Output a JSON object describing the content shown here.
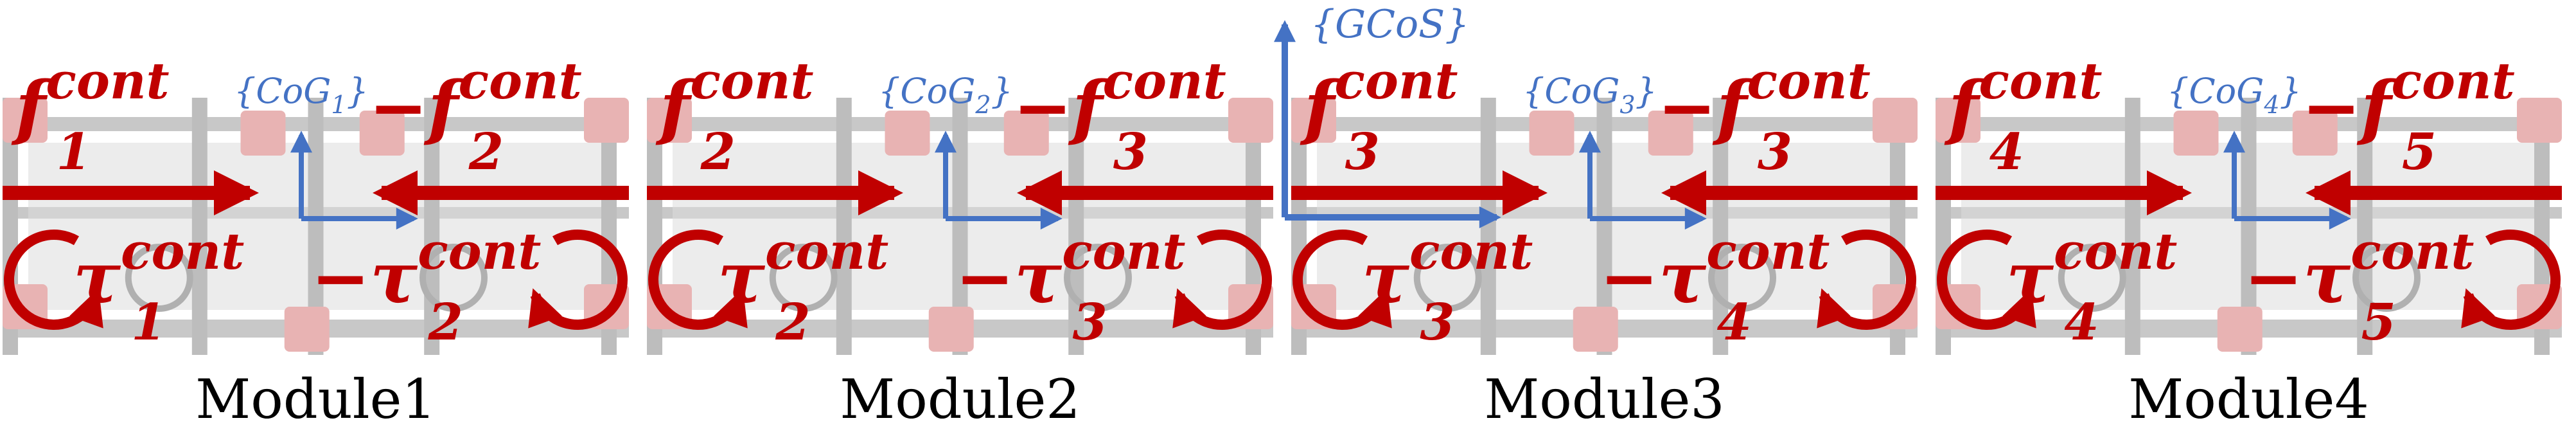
{
  "colors": {
    "force": "#c00000",
    "frame": "#4472c4",
    "machine": "#c8c8c8",
    "joint": "#e8b3b3",
    "caption": "#000000"
  },
  "global_frame": {
    "name": "GCoS",
    "label": "{GCoS}",
    "module_index": 2
  },
  "modules": [
    {
      "caption": "Module1",
      "frame": {
        "name": "CoG",
        "sub": "1"
      },
      "left_force": {
        "sign": "",
        "sym": "f",
        "sub": "1",
        "sup": "cont",
        "direction": "right"
      },
      "right_force": {
        "sign": "−",
        "sym": "f",
        "sub": "2",
        "sup": "cont",
        "direction": "left"
      },
      "left_torque": {
        "sign": "",
        "sym": "τ",
        "sub": "1",
        "sup": "cont",
        "rotation": "counterclockwise"
      },
      "right_torque": {
        "sign": "−",
        "sym": "τ",
        "sub": "2",
        "sup": "cont",
        "rotation": "clockwise"
      }
    },
    {
      "caption": "Module2",
      "frame": {
        "name": "CoG",
        "sub": "2"
      },
      "left_force": {
        "sign": "",
        "sym": "f",
        "sub": "2",
        "sup": "cont",
        "direction": "right"
      },
      "right_force": {
        "sign": "−",
        "sym": "f",
        "sub": "3",
        "sup": "cont",
        "direction": "left"
      },
      "left_torque": {
        "sign": "",
        "sym": "τ",
        "sub": "2",
        "sup": "cont",
        "rotation": "counterclockwise"
      },
      "right_torque": {
        "sign": "−",
        "sym": "τ",
        "sub": "3",
        "sup": "cont",
        "rotation": "clockwise"
      }
    },
    {
      "caption": "Module3",
      "frame": {
        "name": "CoG",
        "sub": "3"
      },
      "left_force": {
        "sign": "",
        "sym": "f",
        "sub": "3",
        "sup": "cont",
        "direction": "right"
      },
      "right_force": {
        "sign": "−",
        "sym": "f",
        "sub": "3",
        "sup": "cont",
        "direction": "left"
      },
      "left_torque": {
        "sign": "",
        "sym": "τ",
        "sub": "3",
        "sup": "cont",
        "rotation": "counterclockwise"
      },
      "right_torque": {
        "sign": "−",
        "sym": "τ",
        "sub": "4",
        "sup": "cont",
        "rotation": "clockwise"
      }
    },
    {
      "caption": "Module4",
      "frame": {
        "name": "CoG",
        "sub": "4"
      },
      "left_force": {
        "sign": "",
        "sym": "f",
        "sub": "4",
        "sup": "cont",
        "direction": "right"
      },
      "right_force": {
        "sign": "−",
        "sym": "f",
        "sub": "5",
        "sup": "cont",
        "direction": "left"
      },
      "left_torque": {
        "sign": "",
        "sym": "τ",
        "sub": "4",
        "sup": "cont",
        "rotation": "counterclockwise"
      },
      "right_torque": {
        "sign": "−",
        "sym": "τ",
        "sub": "5",
        "sup": "cont",
        "rotation": "clockwise"
      }
    }
  ]
}
